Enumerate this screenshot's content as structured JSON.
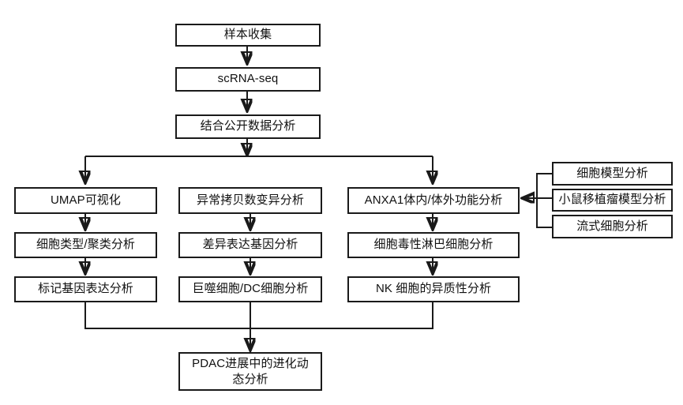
{
  "diagram": {
    "title": "PDAC scRNA-seq analysis workflow flowchart",
    "type": "flowchart",
    "orientation": "top-to-bottom",
    "colors": {
      "box_border": "#1a1a1a",
      "box_fill": "#ffffff",
      "connector": "#1a1a1a",
      "text": "#111111",
      "background": "#ffffff"
    },
    "nodes": {
      "sample_collection": "样本收集",
      "scrna_seq": "scRNA-seq",
      "public_data": "结合公开数据分析",
      "umap": "UMAP可视化",
      "cell_type_cluster": "细胞类型/聚类分析",
      "marker_gene": "标记基因表达分析",
      "cnv": "异常拷贝数变异分析",
      "deg": "差异表达基因分析",
      "macrophage_dc": "巨噬细胞/DC细胞分析",
      "anxa1": "ANXA1体内/体外功能分析",
      "cytotoxic_lymphocyte": "细胞毒性淋巴细胞分析",
      "nk_heterogeneity": "NK 细胞的异质性分析",
      "cell_model": "细胞模型分析",
      "mouse_xenograft": "小鼠移植瘤模型分析",
      "flow_cytometry": "流式细胞分析",
      "pdac_dynamics_line1": "PDAC进展中的进化动",
      "pdac_dynamics_line2": "态分析"
    },
    "edges": [
      {
        "from": "sample_collection",
        "to": "scrna_seq",
        "style": "arrow"
      },
      {
        "from": "scrna_seq",
        "to": "public_data",
        "style": "arrow"
      },
      {
        "from": "public_data",
        "to": "branch-bar",
        "style": "arrow"
      },
      {
        "from": "branch-bar",
        "to": "umap",
        "style": "arrow"
      },
      {
        "from": "branch-bar",
        "to": "cnv",
        "style": "arrow"
      },
      {
        "from": "branch-bar",
        "to": "anxa1",
        "style": "arrow"
      },
      {
        "from": "umap",
        "to": "cell_type_cluster",
        "style": "arrow"
      },
      {
        "from": "cell_type_cluster",
        "to": "marker_gene",
        "style": "arrow"
      },
      {
        "from": "cnv",
        "to": "deg",
        "style": "arrow"
      },
      {
        "from": "deg",
        "to": "macrophage_dc",
        "style": "arrow"
      },
      {
        "from": "anxa1",
        "to": "cytotoxic_lymphocyte",
        "style": "arrow"
      },
      {
        "from": "cytotoxic_lymphocyte",
        "to": "nk_heterogeneity",
        "style": "arrow"
      },
      {
        "from": "cell_model",
        "to": "anxa1",
        "style": "arrow"
      },
      {
        "from": "mouse_xenograft",
        "to": "anxa1",
        "style": "arrow"
      },
      {
        "from": "flow_cytometry",
        "to": "anxa1",
        "style": "arrow"
      },
      {
        "from": "marker_gene",
        "to": "merge-bar",
        "style": "line"
      },
      {
        "from": "macrophage_dc",
        "to": "merge-bar",
        "style": "line"
      },
      {
        "from": "nk_heterogeneity",
        "to": "merge-bar",
        "style": "line"
      },
      {
        "from": "merge-bar",
        "to": "pdac_dynamics",
        "style": "arrow"
      }
    ]
  }
}
